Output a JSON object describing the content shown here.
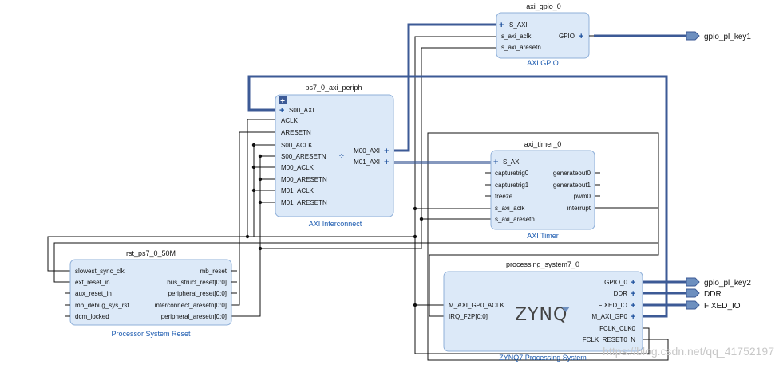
{
  "axi_gpio": {
    "instance": "axi_gpio_0",
    "type": "AXI GPIO",
    "pins_left": [
      "S_AXI",
      "s_axi_aclk",
      "s_axi_aresetn"
    ],
    "pins_right": [
      "GPIO"
    ]
  },
  "interconnect": {
    "instance": "ps7_0_axi_periph",
    "type": "AXI Interconnect",
    "pins_left": [
      "S00_AXI",
      "ACLK",
      "ARESETN",
      "S00_ACLK",
      "S00_ARESETN",
      "M00_ACLK",
      "M00_ARESETN",
      "M01_ACLK",
      "M01_ARESETN"
    ],
    "pins_right": [
      "M00_AXI",
      "M01_AXI"
    ]
  },
  "timer": {
    "instance": "axi_timer_0",
    "type": "AXI Timer",
    "pins_left": [
      "S_AXI",
      "capturetrig0",
      "capturetrig1",
      "freeze",
      "s_axi_aclk",
      "s_axi_aresetn"
    ],
    "pins_right": [
      "generateout0",
      "generateout1",
      "pwm0",
      "interrupt"
    ]
  },
  "reset": {
    "instance": "rst_ps7_0_50M",
    "type": "Processor System Reset",
    "pins_left": [
      "slowest_sync_clk",
      "ext_reset_in",
      "aux_reset_in",
      "mb_debug_sys_rst",
      "dcm_locked"
    ],
    "pins_right": [
      "mb_reset",
      "bus_struct_reset[0:0]",
      "peripheral_reset[0:0]",
      "interconnect_aresetn[0:0]",
      "peripheral_aresetn[0:0]"
    ]
  },
  "ps": {
    "instance": "processing_system7_0",
    "type": "ZYNQ7 Processing System",
    "logo": "ZYNQ",
    "pins_left": [
      "M_AXI_GP0_ACLK",
      "IRQ_F2P[0:0]"
    ],
    "pins_right": [
      "GPIO_0",
      "DDR",
      "FIXED_IO",
      "M_AXI_GP0",
      "FCLK_CLK0",
      "FCLK_RESET0_N"
    ]
  },
  "external_ports": [
    "gpio_pl_key1",
    "gpio_pl_key2",
    "DDR",
    "FIXED_IO"
  ],
  "watermark": "https://blog.csdn.net/qq_41752197",
  "icons": {
    "pin_plus": "plus-icon",
    "expand": "expand-icon",
    "port": "output-port-icon"
  },
  "colors": {
    "block_fill": "#dce9f8",
    "block_border": "#8fb0d9",
    "bus": "#3c5a96",
    "subtitle": "#1c5bb0"
  }
}
